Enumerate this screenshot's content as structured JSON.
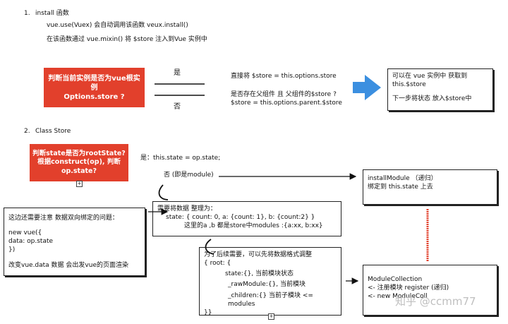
{
  "section1": {
    "number": "1.",
    "title": "install 函数",
    "line1": "vue.use(Vuex) 会自动调用该函数  veux.install()",
    "line2": "在该函数通过 vue.mixin() 将 $store 注入到Vue 实例中"
  },
  "decision1": {
    "line1": "判断当前实例是否为vue根实",
    "line2": "例",
    "line3": "Options.store ?"
  },
  "branch_yes": "是",
  "branch_no": "否",
  "assign_direct": "直接将 $store = this.options.store",
  "assign_parent_q": "是否存在父组件 且 父组件的$store ?",
  "assign_parent": "$store = this.options.parent.$store",
  "result_box": {
    "line1": "可以在 vue 实例中 获取到",
    "line2": "this.$store",
    "line3": "下一步将状态 放入$store中"
  },
  "section2": {
    "number": "2.",
    "title": "Class Store"
  },
  "decision2": {
    "line1": "判断state是否为rootState?",
    "line2": "根据construct(op), 判断",
    "line3": "op.state?"
  },
  "state_yes": "是：this.state = op.state;",
  "state_no": "否 (即是module)",
  "install_module": {
    "line1": "installModule  （递归）",
    "line2": "绑定到  this.state 上去"
  },
  "data_shape": {
    "line1": "需要将数据 整理为：",
    "line2": "state: { count: 0, a: {count: 1}, b: {count:2} }",
    "line3": "这里的a ,b 都是store中modules :{a:xx, b:xx}"
  },
  "note_box": {
    "line1": "这边还需要注意 数据双向绑定的问题：",
    "line2": "new vue({",
    "line3": "data: op.state",
    "line4": "})",
    "line5": "改变vue.data 数据 会出发vue的页面渲染"
  },
  "root_box": {
    "line1": "为了后续需要，可以先将数据格式调整",
    "line2": "{ root: {",
    "line3": "state:{},   当前模块状态",
    "line4": "_rawModule:{},  当前模块",
    "line5": "_children:{}  当前子模块 <= modules",
    "line6": "}}"
  },
  "module_collection": {
    "line1": "ModuleCollection",
    "line2": "<-  注册模块 register  (递归)",
    "line3": "<-  new ModuleColl"
  },
  "watermark": "知乎 @ccmm77",
  "colors": {
    "red": "#e2402c",
    "arrow_blue": "#3b8fe0",
    "border": "#222222"
  }
}
